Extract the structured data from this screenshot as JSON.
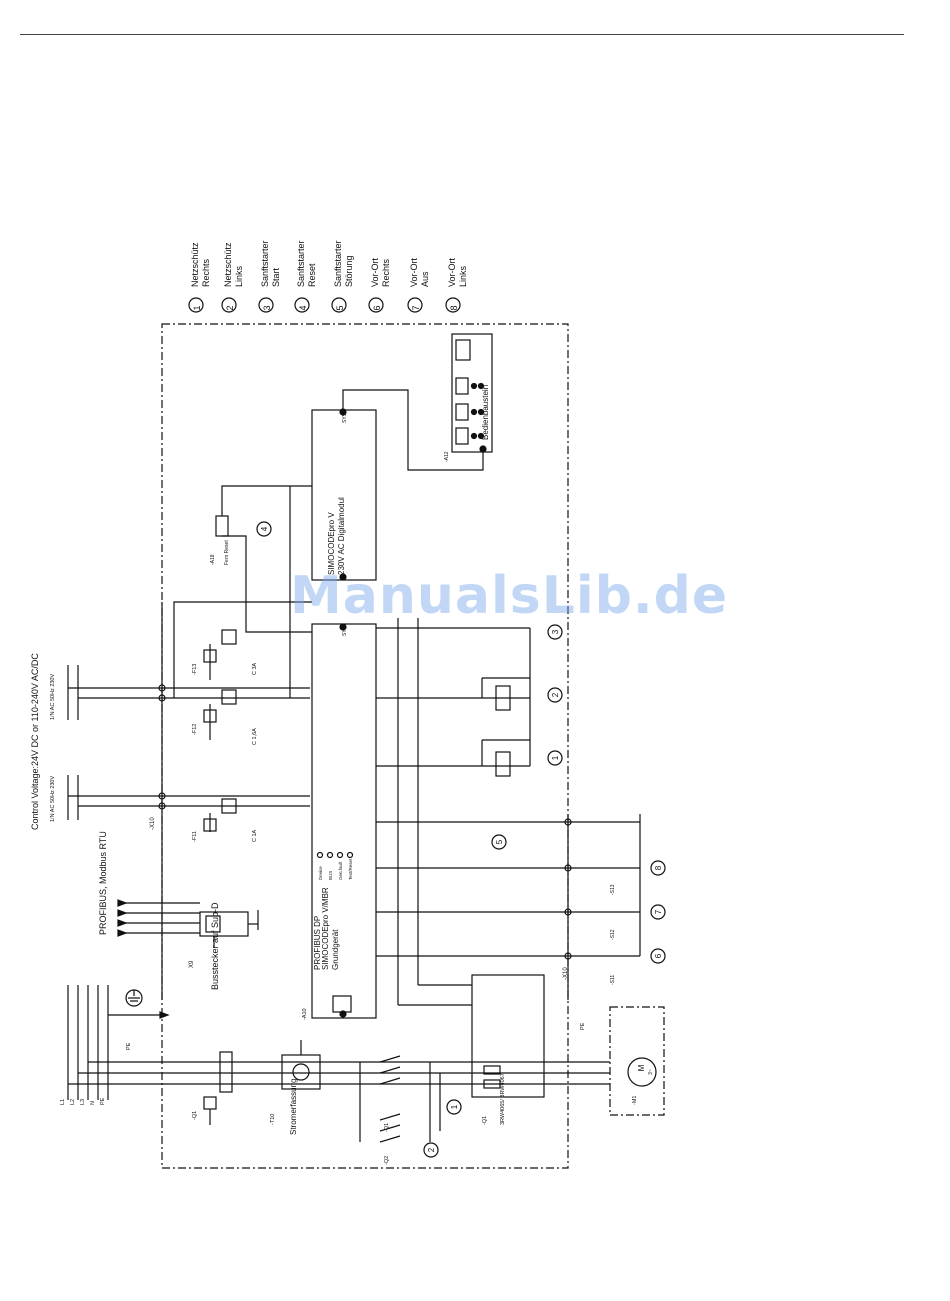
{
  "legend": [
    {
      "num": "1",
      "line1": "Netzschütz",
      "line2": "Rechts"
    },
    {
      "num": "2",
      "line1": "Netzschütz",
      "line2": "Links"
    },
    {
      "num": "3",
      "line1": "Sanftstarter",
      "line2": "Start"
    },
    {
      "num": "4",
      "line1": "Sanftstarter",
      "line2": "Reset"
    },
    {
      "num": "5",
      "line1": "Sanftstarter",
      "line2": "Störung"
    },
    {
      "num": "6",
      "line1": "Vor-Ort",
      "line2": "Rechts"
    },
    {
      "num": "7",
      "line1": "Vor-Ort",
      "line2": "Aus"
    },
    {
      "num": "8",
      "line1": "Vor-Ort",
      "line2": "Links"
    }
  ],
  "supply": {
    "control_voltage": "Control Voltage:24V DC or 110-240V AC/DC",
    "ac1": "1/N AC 50Hz 230V",
    "ac2": "1/N AC 50Hz 230V",
    "profibus": "PROFIBUS, Modbus RTU",
    "busstecker": "Busstecker auf Sub-D",
    "x9": "X9",
    "x10": "-X10",
    "x10b": "-X10",
    "phases": [
      "L1",
      "L2",
      "L3",
      "N",
      "PE"
    ],
    "pe": "PE",
    "pe2": "PE"
  },
  "fuses": {
    "f11": "-F11",
    "f11_rating": "C 1A",
    "f12": "-F12",
    "f12_rating": "C 1,6A",
    "f13": "-F13",
    "f13_rating": "C 3A",
    "q1": "-Q1"
  },
  "modules": {
    "a10": "-A10",
    "grundgeraet_l1": "SIMOCODEpro V/MBR",
    "grundgeraet_l2": "PROFIBUS DP",
    "grundgeraet_l3": "Grundgerät",
    "digital_l1": "SIMOCODEpro V",
    "digital_l2": "230V AC Digitalmodul",
    "bedien": "Bedienbaustein",
    "a12": "-A12",
    "sys": "SYS",
    "a18": "-A18",
    "fern_reset": "Fern Reset",
    "stromerfassung": "Stromerfassung",
    "t10": "-T10",
    "softstarter": "3RW4065/ 3RW4067",
    "q11": "-Q1",
    "motor": "M",
    "motor_sub": "3~",
    "m1": "-M1",
    "k1": "-Q1",
    "k2": "-Q2",
    "s11": "-S11",
    "s12": "-S12",
    "s13": "-S13"
  },
  "leds": [
    "Device",
    "BUS",
    "Gen.fault",
    "Test/Reset"
  ],
  "watermark": "ManualsLib.de"
}
